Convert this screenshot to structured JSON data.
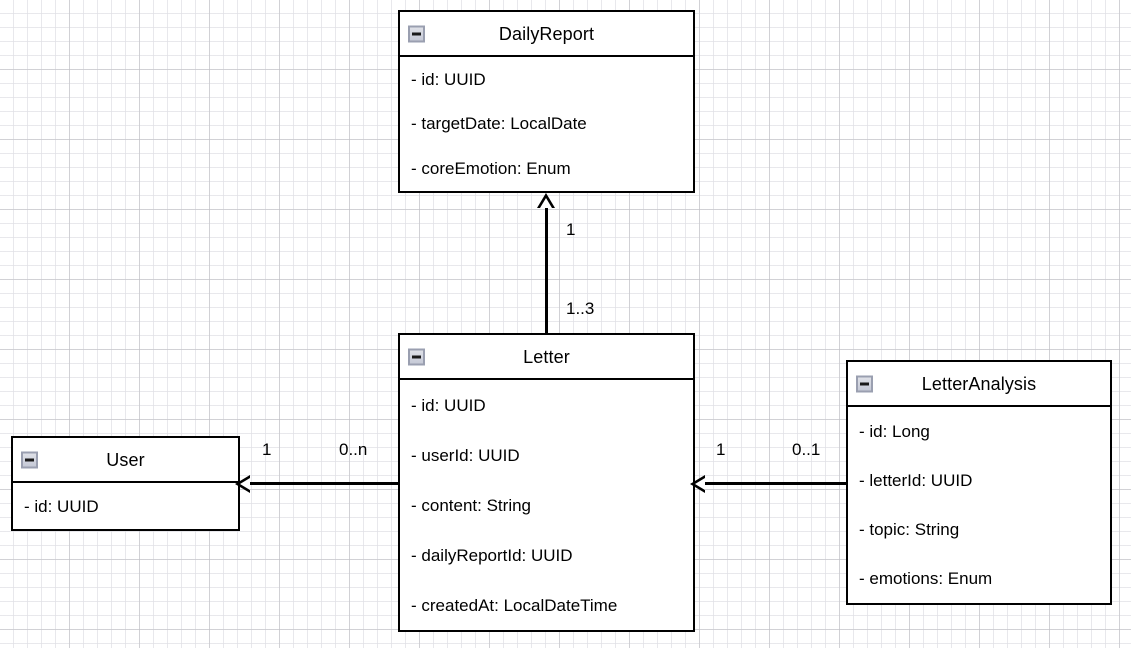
{
  "diagram": {
    "type": "uml-class-diagram",
    "background": "#ffffff",
    "grid_color": "#e1e1e6",
    "line_color": "#000000",
    "classes": [
      {
        "name": "DailyReport",
        "collapse_icon": "minus-icon",
        "attributes": [
          "- id: UUID",
          "- targetDate: LocalDate",
          "- coreEmotion: Enum"
        ]
      },
      {
        "name": "Letter",
        "collapse_icon": "minus-icon",
        "attributes": [
          "- id: UUID",
          "- userId: UUID",
          "- content: String",
          "- dailyReportId: UUID",
          "- createdAt: LocalDateTime"
        ]
      },
      {
        "name": "LetterAnalysis",
        "collapse_icon": "minus-icon",
        "attributes": [
          "- id: Long",
          "- letterId: UUID",
          "- topic: String",
          "- emotions: Enum"
        ]
      },
      {
        "name": "User",
        "collapse_icon": "minus-icon",
        "attributes": [
          "- id: UUID"
        ]
      }
    ],
    "relations": [
      {
        "from": "Letter",
        "to": "DailyReport",
        "direction": "up",
        "target_multiplicity": "1",
        "source_multiplicity": "1..3"
      },
      {
        "from": "Letter",
        "to": "User",
        "direction": "left",
        "target_multiplicity": "1",
        "source_multiplicity": "0..n"
      },
      {
        "from": "LetterAnalysis",
        "to": "Letter",
        "direction": "left",
        "target_multiplicity": "1",
        "source_multiplicity": "0..1"
      }
    ]
  }
}
